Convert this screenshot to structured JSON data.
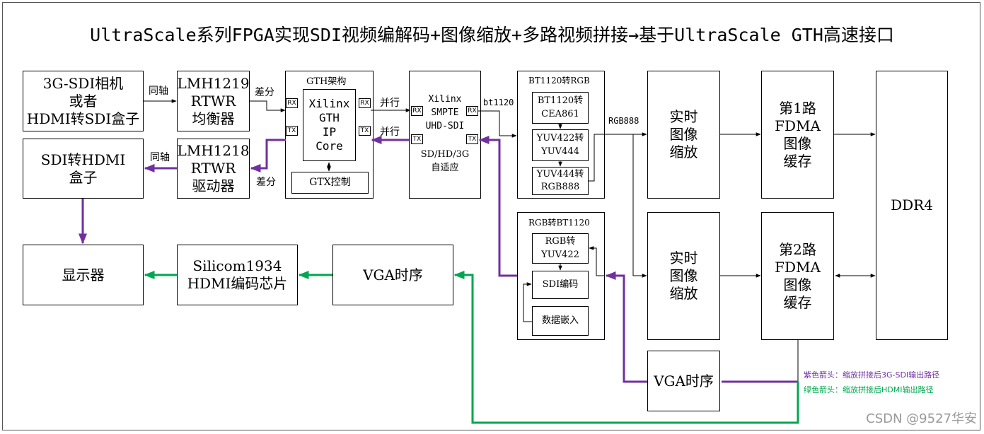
{
  "title": "UltraScale系列FPGA实现SDI视频编解码+图像缩放+多路视频拼接→基于UltraScale GTH高速接口",
  "boxes": {
    "camera": "3G-SDI相机\n或者\nHDMI转SDI盒子",
    "lmh1219": "LMH1219\nRTWR\n均衡器",
    "sdi2hdmi": "SDI转HDMI\n盒子",
    "lmh1218": "LMH1218\nRTWR\n驱动器",
    "gth_core": "Xilinx\nGTH\nIP\nCore",
    "gtx_ctrl": "GTX控制",
    "smpte_top": "Xilinx\nSMPTE\nUHD-SDI",
    "smpte_bottom": "SD/HD/3G\n自适应",
    "bt2cea": "BT1120转\nCEA861",
    "yuv422to444": "YUV422转\nYUV444",
    "yuv444torgb": "YUV444转\nRGB888",
    "rgb2yuv": "RGB转\nYUV422",
    "sdi_enc": "SDI编码",
    "data_embed": "数据嵌入",
    "scale1": "实时\n图像\n缩放",
    "scale2": "实时\n图像\n缩放",
    "fdma1": "第1路\nFDMA\n图像\n缓存",
    "fdma2": "第2路\nFDMA\n图像\n缓存",
    "ddr4": "DDR4",
    "display": "显示器",
    "silicom": "Silicom1934\nHDMI编码芯片",
    "vga1": "VGA时序",
    "vga2": "VGA时序"
  },
  "groups": {
    "gth": "GTH架构",
    "bt_rgb": "BT1120转RGB",
    "rgb_bt": "RGB转BT1120"
  },
  "ports": {
    "rx": "RX",
    "tx": "TX"
  },
  "labels": {
    "coax1": "同轴",
    "coax2": "同轴",
    "diff1": "差分",
    "diff2": "差分",
    "parallel1": "并行",
    "parallel2": "并行",
    "bt1120": "bt1120",
    "rgb888": "RGB888"
  },
  "legend": {
    "purple": "紫色箭头：缩放拼接后3G-SDI输出路径",
    "green": "绿色箭头：缩放拼接后HDMI输出路径"
  },
  "watermark": "CSDN @9527华安",
  "colors": {
    "purple": "#7030a0",
    "green": "#00a651",
    "line": "#000000"
  }
}
